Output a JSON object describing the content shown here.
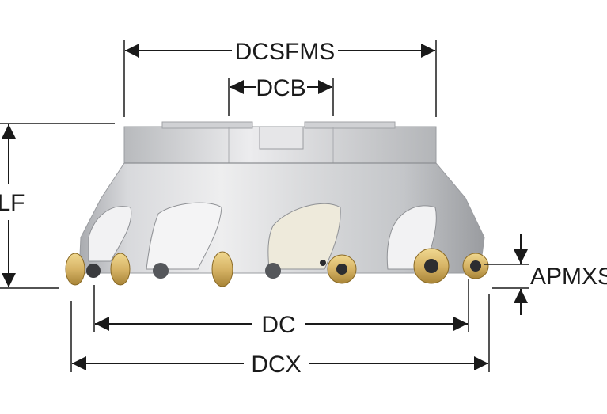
{
  "labels": {
    "dcsfms": "DCSFMS",
    "dcb": "DCB",
    "lf": "LF",
    "apmxs": "APMXS",
    "dc": "DC",
    "dcx": "DCX"
  },
  "colors": {
    "body_light": "#e4e4e6",
    "body_mid": "#c9cacd",
    "body_dark": "#9a9ca0",
    "insert_gold": "#d7b466",
    "insert_gold_dark": "#a88437",
    "line": "#1a1a1a"
  },
  "icons": [
    "milling-cutter-body",
    "cutting-insert",
    "dimension-arrow"
  ]
}
